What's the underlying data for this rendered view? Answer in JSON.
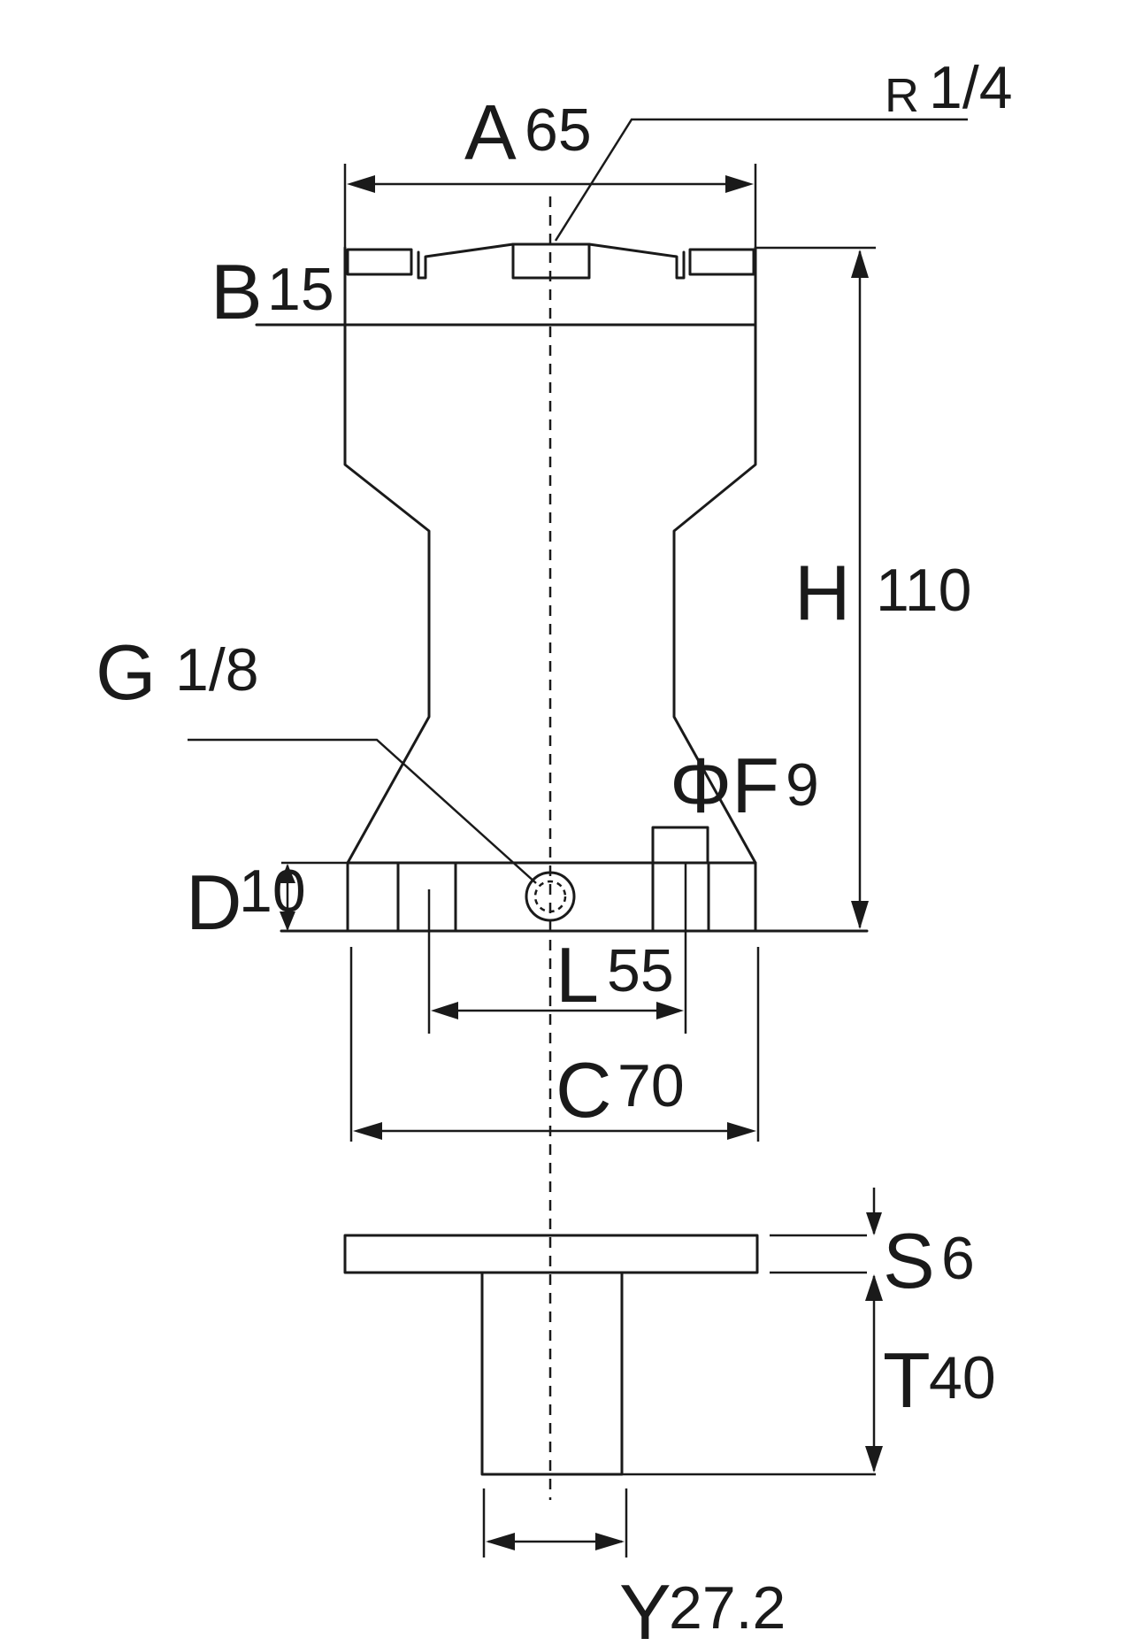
{
  "dimensions": {
    "A": {
      "letter": "A",
      "value": "65"
    },
    "R": {
      "letter": "R",
      "value": "1/4"
    },
    "B": {
      "letter": "B",
      "value": "15"
    },
    "H": {
      "letter": "H",
      "value": "110"
    },
    "G": {
      "letter": "G",
      "value": "1/8"
    },
    "F": {
      "letter": "ΦF",
      "value": "9"
    },
    "D": {
      "letter": "D",
      "value": "10"
    },
    "L": {
      "letter": "L",
      "value": "55"
    },
    "C": {
      "letter": "C",
      "value": "70"
    },
    "S": {
      "letter": "S",
      "value": "6"
    },
    "T": {
      "letter": "T",
      "value": "40"
    },
    "Y": {
      "letter": "Y",
      "value": "27.2"
    }
  },
  "colors": {
    "stroke": "#1a1a1a",
    "background": "#ffffff"
  }
}
